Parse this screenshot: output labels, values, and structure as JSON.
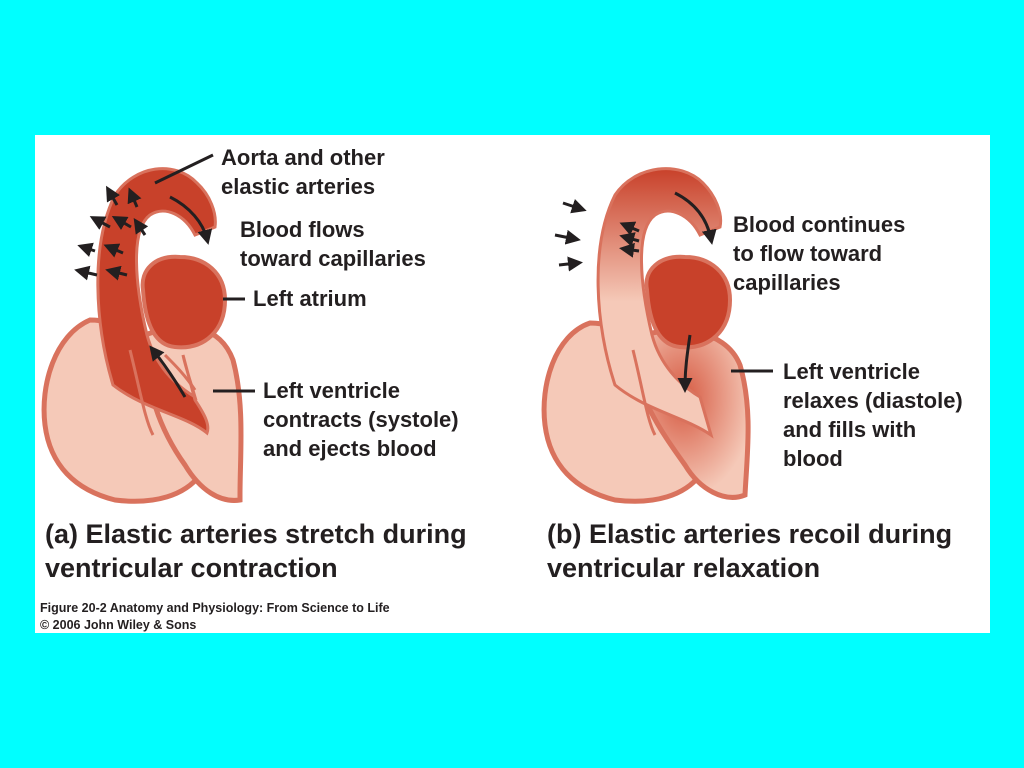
{
  "colors": {
    "background": "#00FFFF",
    "panel": "#FFFFFF",
    "heart_light": "#F5C9B8",
    "heart_outline": "#D9725D",
    "blood_dark": "#C8412A",
    "blood_mid": "#D65A42",
    "text": "#231F20"
  },
  "panel_a": {
    "label_aorta": "Aorta and other\nelastic arteries",
    "label_flow": "Blood flows\ntoward capillaries",
    "label_atrium": "Left atrium",
    "label_ventricle": "Left ventricle\ncontracts (systole)\nand ejects blood",
    "caption": "(a) Elastic arteries stretch during\n     ventricular contraction"
  },
  "panel_b": {
    "label_flow": "Blood continues\nto flow toward\ncapillaries",
    "label_ventricle": "Left ventricle\nrelaxes (diastole)\nand fills with\nblood",
    "caption": "(b) Elastic arteries recoil during\n     ventricular relaxation"
  },
  "credit": {
    "line1": "Figure 20-2  Anatomy and Physiology: From Science to Life",
    "line2": "© 2006 John Wiley & Sons"
  }
}
